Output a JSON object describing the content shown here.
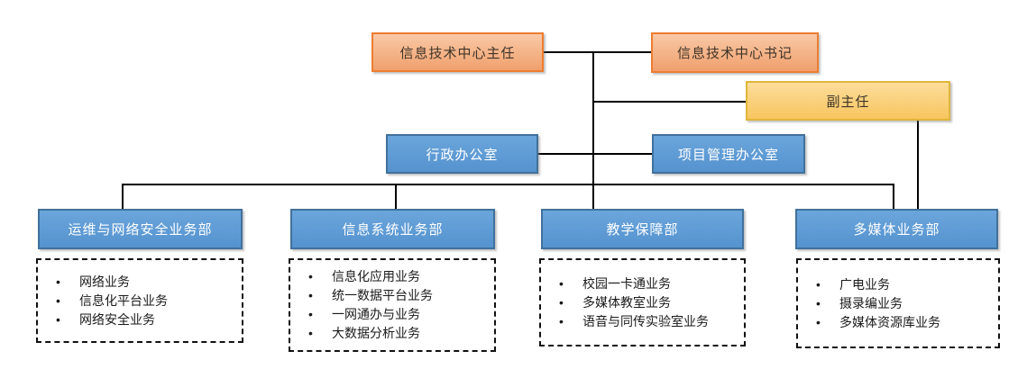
{
  "org_chart": {
    "nodes": {
      "director": "信息技术中心主任",
      "secretary": "信息技术中心书记",
      "deputy_director": "副主任",
      "admin_office": "行政办公室",
      "project_office": "项目管理办公室",
      "dept_network_ops": "运维与网络安全业务部",
      "dept_info_systems": "信息系统业务部",
      "dept_teaching_support": "教学保障部",
      "dept_multimedia": "多媒体业务部"
    },
    "duty_lists": {
      "network_ops": [
        "网络业务",
        "信息化平台业务",
        "网络安全业务"
      ],
      "info_systems": [
        "信息化应用业务",
        "统一数据平台业务",
        "一网通办与业务",
        "大数据分析业务"
      ],
      "teaching_support": [
        "校园一卡通业务",
        "多媒体教室业务",
        "语音与同传实验室业务"
      ],
      "multimedia": [
        "广电业务",
        "摄录编业务",
        "多媒体资源库业务"
      ]
    },
    "colors": {
      "leader_fill": "#F4A96F",
      "leader_border": "#ED7D31",
      "deputy_fill": "#F9CE6F",
      "deputy_border": "#E0B63A",
      "dept_fill": "#5B9BD5",
      "dept_border": "#41719C",
      "connector": "#000000",
      "duty_border": "#111111"
    }
  }
}
